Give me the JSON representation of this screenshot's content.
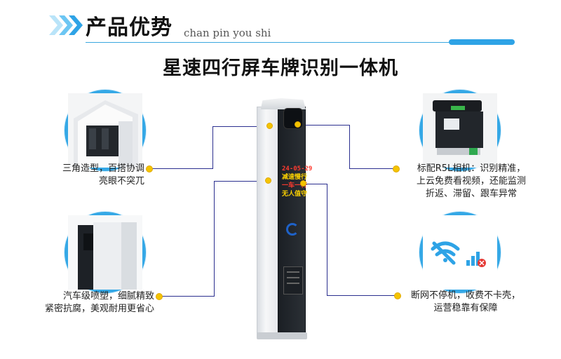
{
  "header": {
    "title": "产品优势",
    "subtitle": "chan pin you shi",
    "accent_color": "#2ea3e6",
    "chevron_colors": [
      "#b9e4f9",
      "#6cc6f3",
      "#2ea3e6"
    ]
  },
  "product": {
    "title": "星速四行屏车牌识别一体机"
  },
  "device": {
    "led_lines": [
      {
        "text": "24-05-29",
        "color": "#ff3b30"
      },
      {
        "text": "减速慢行",
        "color": "#ffd400"
      },
      {
        "text": "一车一杆",
        "color": "#ff3b30"
      },
      {
        "text": "无人值守",
        "color": "#ffd400"
      }
    ]
  },
  "features": [
    {
      "line1": "三角造型，百搭协调",
      "line2": "亮眼不突兀",
      "icon": "triangle-top-icon"
    },
    {
      "line1": "汽车级喷塑，细腻精致",
      "line2": "紧密抗腐，美观耐用更省心",
      "icon": "casing-edge-icon"
    },
    {
      "line1": "标配R5L相机：识别精准，",
      "line2": "上云免费看视频，还能监测",
      "line3": "折返、滞留、跟车异常",
      "icon": "camera-module-icon"
    },
    {
      "line1": "断网不停机，收费不卡壳，",
      "line2": "运营稳靠有保障",
      "icon": "offline-signal-icon"
    }
  ],
  "colors": {
    "circle_border": "#35a8e6",
    "dot": "#f4c400",
    "connector": "#2b2f8f"
  }
}
